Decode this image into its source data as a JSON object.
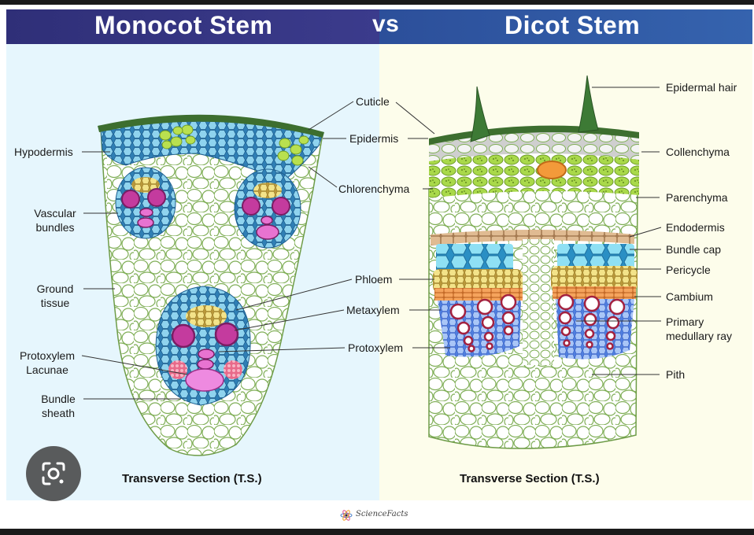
{
  "header": {
    "left_title": "Monocot Stem",
    "vs": "vs",
    "right_title": "Dicot Stem"
  },
  "monocot": {
    "labels": {
      "hypodermis": "Hypodermis",
      "vascular_bundles": [
        "Vascular",
        "bundles"
      ],
      "ground_tissue": [
        "Ground",
        "tissue"
      ],
      "protoxylem_lacunae": [
        "Protoxylem",
        "Lacunae"
      ],
      "bundle_sheath": [
        "Bundle",
        "sheath"
      ]
    },
    "caption": "Transverse Section (T.S.)"
  },
  "shared_labels": {
    "cuticle": "Cuticle",
    "epidermis": "Epidermis",
    "chlorenchyma": "Chlorenchyma",
    "phloem": "Phloem",
    "metaxylem": "Metaxylem",
    "protoxylem": "Protoxylem"
  },
  "dicot": {
    "labels": {
      "epidermal_hair": "Epidermal hair",
      "collenchyma": "Collenchyma",
      "parenchyma": "Parenchyma",
      "endodermis": "Endodermis",
      "bundle_cap": "Bundle cap",
      "pericycle": "Pericycle",
      "cambium": "Cambium",
      "primary_medullary_ray": [
        "Primary",
        "medullary ray"
      ],
      "pith": "Pith"
    },
    "caption": "Transverse Section (T.S.)"
  },
  "footer": {
    "brand": "ScienceFacts"
  },
  "colors": {
    "monocot_header": "#3b3b8c",
    "dicot_header": "#3563ae",
    "monocot_bg": "#e6f6fd",
    "dicot_bg": "#fdfdeb",
    "cuticle": "#3d6e2f",
    "chlorenchyma": "#a9d94a",
    "vascular_blue": "#4aa7d3",
    "xylem_magenta": "#c43b9e",
    "phloem_yellow": "#f2e07a",
    "cambium_orange": "#f09a50",
    "endodermis_tan": "#d9b48c"
  },
  "icons": {
    "lens": "google-lens-icon",
    "brand": "atom-logo-icon"
  }
}
